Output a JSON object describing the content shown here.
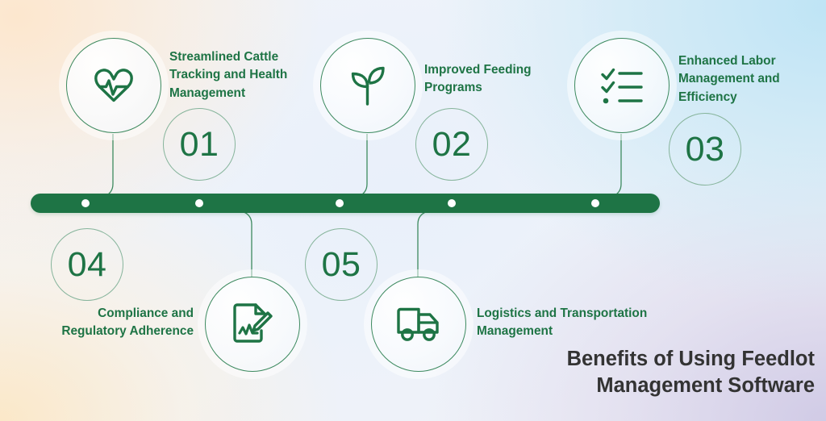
{
  "headline": {
    "line1": "Benefits of Using Feedlot",
    "line2": "Management Software"
  },
  "colors": {
    "brand_green": "#1e7445",
    "bar_green": "#1e7445",
    "ring_green": "#3d8a5f",
    "number_ring": "#86b49b",
    "headline_text": "#333333",
    "dot_white": "#ffffff"
  },
  "timeline": {
    "dot_count": 5
  },
  "items": [
    {
      "number": "01",
      "label": "Streamlined Cattle Tracking and Health Management",
      "icon": "heart-pulse-icon",
      "position": "top"
    },
    {
      "number": "02",
      "label": "Improved Feeding Programs",
      "icon": "sprout-icon",
      "position": "top"
    },
    {
      "number": "03",
      "label": "Enhanced Labor Management and Efficiency",
      "icon": "checklist-icon",
      "position": "top"
    },
    {
      "number": "04",
      "label": "Compliance and Regulatory Adherence",
      "icon": "document-signature-icon",
      "position": "bottom"
    },
    {
      "number": "05",
      "label": "Logistics and Transportation Management",
      "icon": "delivery-truck-icon",
      "position": "bottom"
    }
  ]
}
